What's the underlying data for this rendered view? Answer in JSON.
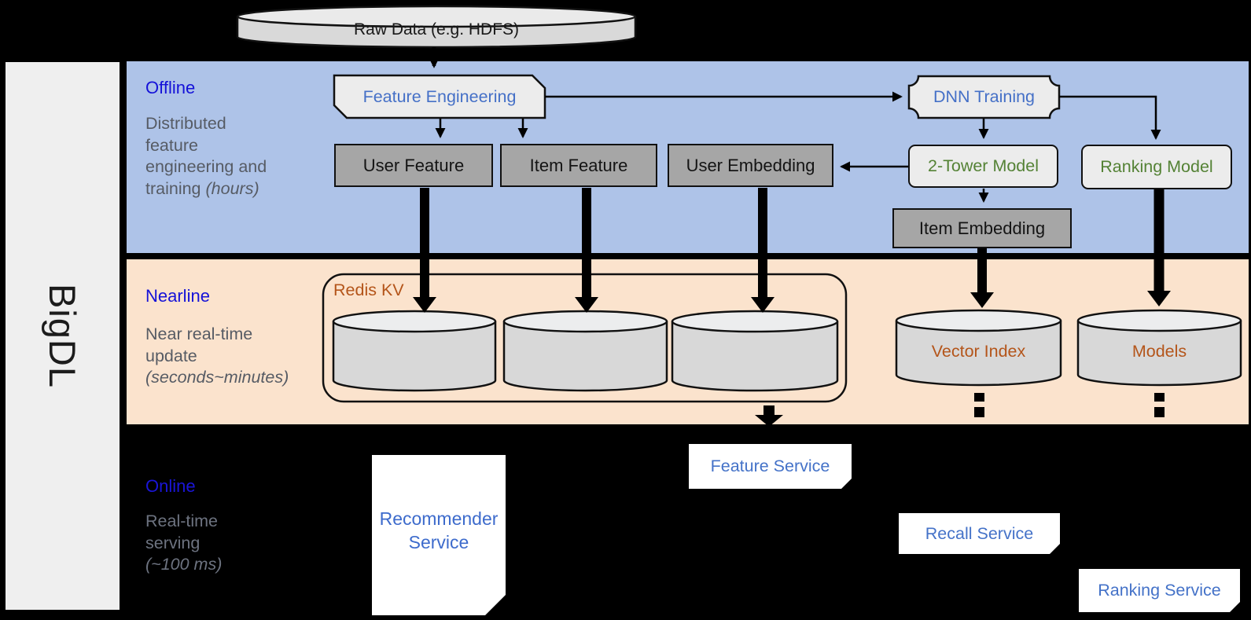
{
  "brand": {
    "label": "BigDL"
  },
  "raw_data": {
    "label": "Raw Data (e.g. HDFS)"
  },
  "bands": {
    "offline": {
      "label": "Offline",
      "line1": "Distributed",
      "line2": "feature",
      "line3": "engineering and",
      "line4": "training",
      "line4_italic": "(hours)"
    },
    "nearline": {
      "label": "Nearline",
      "line1": "Near real-time",
      "line2": "update",
      "line3_italic": "(seconds~minutes)"
    },
    "online": {
      "label": "Online",
      "line1": "Real-time",
      "line2": "serving",
      "line3_italic": "(~100 ms)"
    }
  },
  "nodes": {
    "feature_engineering": {
      "label": "Feature Engineering"
    },
    "dnn_training": {
      "label": "DNN Training"
    },
    "user_feature": {
      "label": "User Feature"
    },
    "item_feature": {
      "label": "Item Feature"
    },
    "user_embedding": {
      "label": "User Embedding"
    },
    "two_tower_model": {
      "label": "2-Tower Model"
    },
    "ranking_model": {
      "label": "Ranking Model"
    },
    "item_embedding": {
      "label": "Item Embedding"
    },
    "redis_kv": {
      "label": "Redis KV"
    },
    "vector_index": {
      "label": "Vector Index"
    },
    "models": {
      "label": "Models"
    },
    "recommender_service": {
      "label": "Recommender Service"
    },
    "feature_service": {
      "label": "Feature Service"
    },
    "recall_service": {
      "label": "Recall Service"
    },
    "ranking_service": {
      "label": "Ranking Service"
    }
  },
  "colors": {
    "offline_band": "#aec3e8",
    "nearline_band": "#fbe3cd",
    "online_background": "#000000",
    "sidebar": "#efefef",
    "band_label_blue": "#1512d8",
    "process_blue": "#4570c7",
    "model_green": "#548235",
    "storage_brown": "#b4551a",
    "service_blue": "#4472c8",
    "dark_box_gray": "#a6a6a6",
    "light_shape_gray": "#ececec",
    "description_gray": "#565b64"
  }
}
